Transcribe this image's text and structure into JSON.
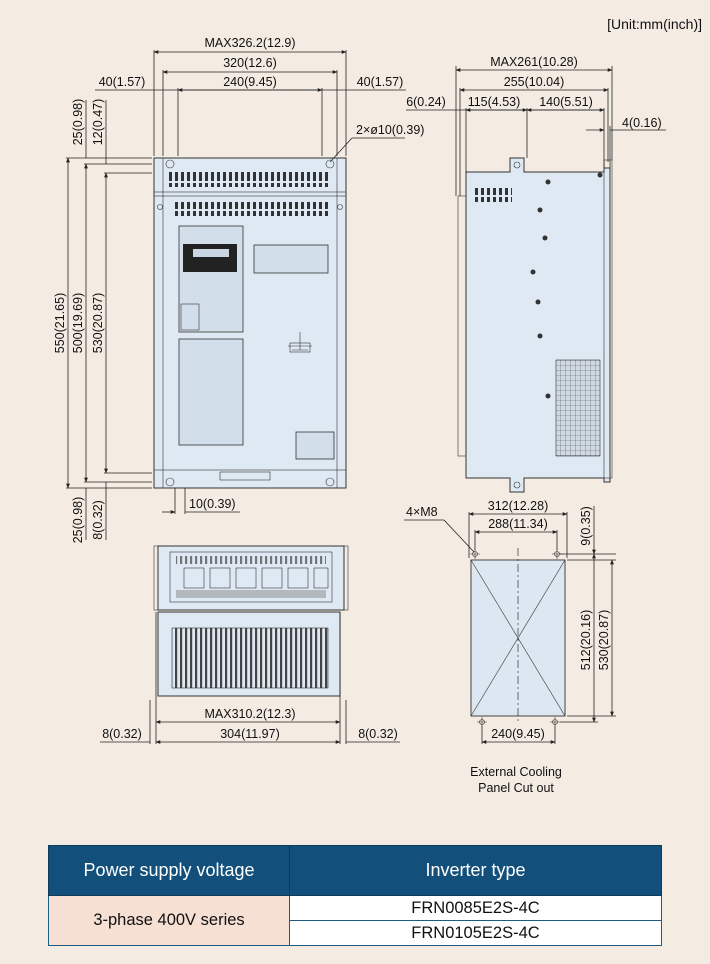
{
  "unit_label": "[Unit:mm(inch)]",
  "dims": {
    "max326": "MAX326.2(12.9)",
    "w320": "320(12.6)",
    "w240": "240(9.45)",
    "w40l": "40(1.57)",
    "w40r": "40(1.57)",
    "h25t": "25(0.98)",
    "h12": "12(0.47)",
    "hole": "2×ø10(0.39)",
    "h550": "550(21.65)",
    "h500": "500(19.69)",
    "h530": "530(20.87)",
    "h25b": "25(0.98)",
    "h8": "8(0.32)",
    "w10": "10(0.39)",
    "max261": "MAX261(10.28)",
    "d255": "255(10.04)",
    "d6": "6(0.24)",
    "d115": "115(4.53)",
    "d140": "140(5.51)",
    "d4": "4(0.16)",
    "max310": "MAX310.2(12.3)",
    "w304": "304(11.97)",
    "w8l": "8(0.32)",
    "w8r": "8(0.32)",
    "m8": "4×M8",
    "c312": "312(12.28)",
    "c288": "288(11.34)",
    "c9": "9(0.35)",
    "c512": "512(20.16)",
    "c530": "530(20.87)",
    "c240": "240(9.45)"
  },
  "caption": {
    "line1": "External Cooling",
    "line2": "Panel Cut out"
  },
  "table": {
    "col1_header": "Power supply voltage",
    "col2_header": "Inverter type",
    "category": "3-phase 400V series",
    "types": [
      "FRN0085E2S-4C",
      "FRN0105E2S-4C"
    ]
  },
  "colors": {
    "background": "#f4ece3",
    "header_bg": "#124f7a",
    "category_bg": "#f6dfd3",
    "device_fill": "#dfe9f3"
  }
}
